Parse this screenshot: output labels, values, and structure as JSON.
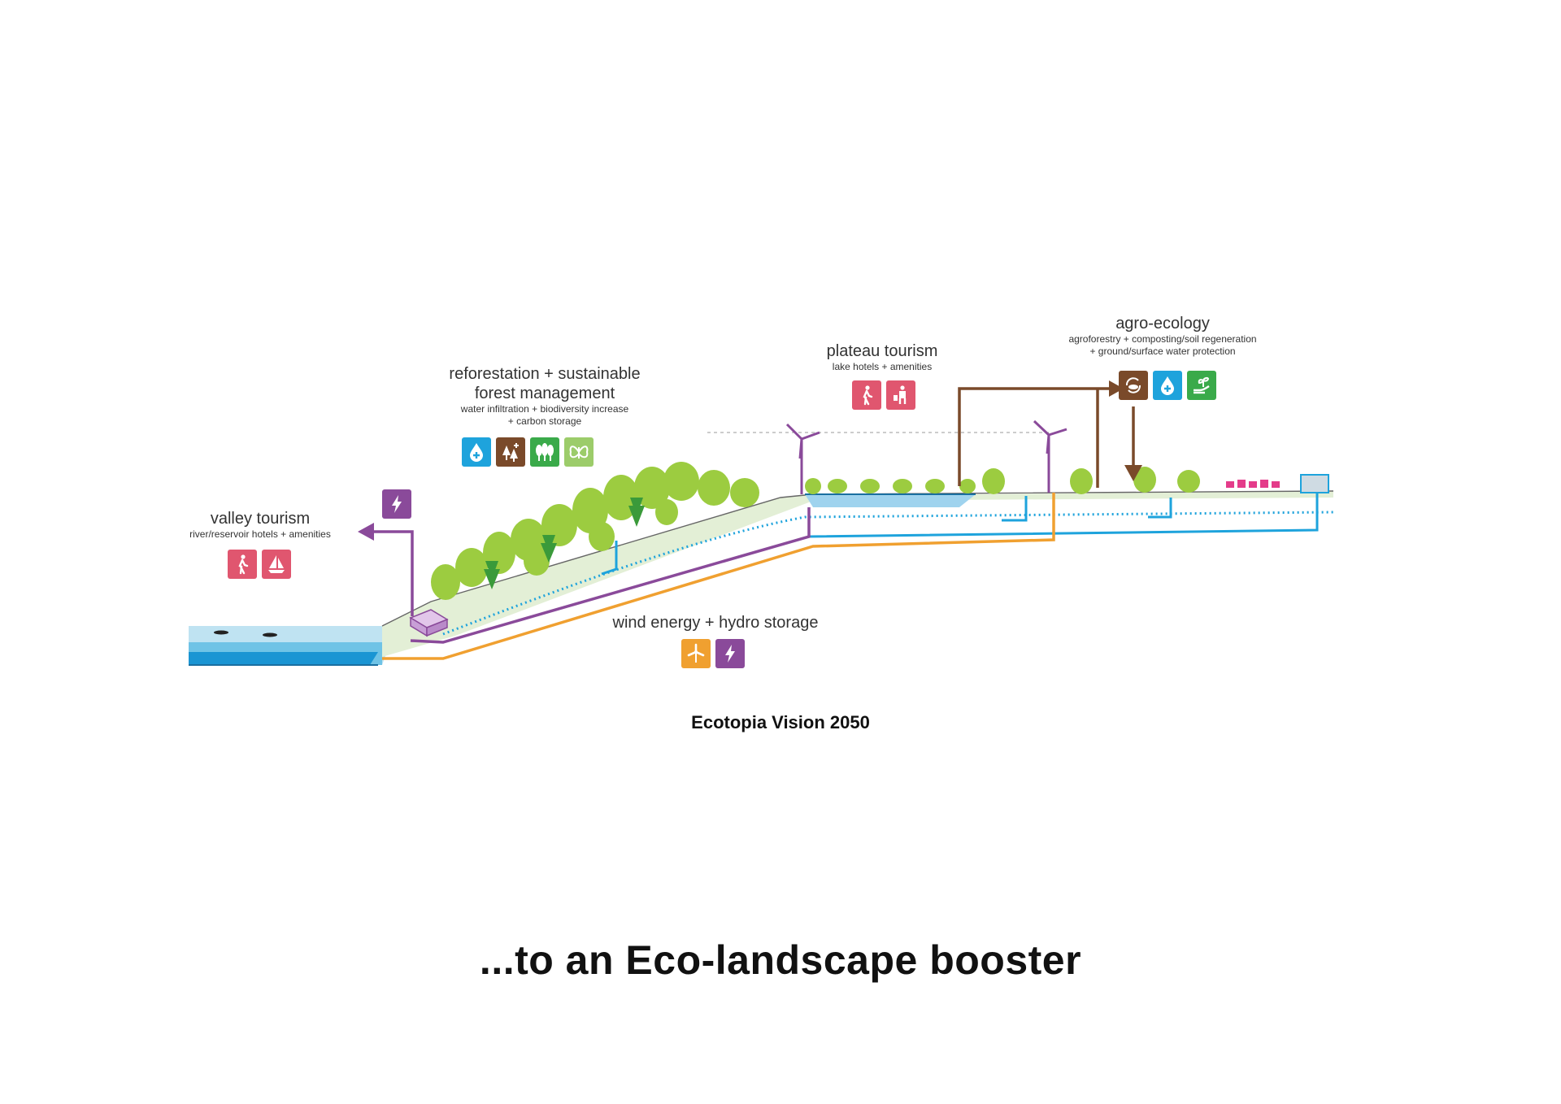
{
  "sections": {
    "valley_tourism": {
      "title": "valley tourism",
      "subtitle": "river/reservoir hotels + amenities",
      "icons": [
        "hiking-icon",
        "sailing-icon"
      ]
    },
    "reforestation": {
      "title_line1": "reforestation + sustainable",
      "title_line2": "forest management",
      "subtitle_line1": "water infiltration + biodiversity increase",
      "subtitle_line2": "+  carbon storage",
      "icons": [
        "water-plus-icon",
        "trees-plus-icon",
        "forest-icon",
        "butterfly-icon"
      ]
    },
    "plateau_tourism": {
      "title": "plateau tourism",
      "subtitle": "lake hotels + amenities",
      "icons": [
        "hiking-icon",
        "hotel-staff-icon"
      ]
    },
    "agro_ecology": {
      "title": "agro-ecology",
      "subtitle_line1": "agroforestry + composting/soil regeneration",
      "subtitle_line2": "+ ground/surface water protection",
      "icons": [
        "compost-cycle-icon",
        "water-plus-icon",
        "hand-seedling-icon"
      ]
    },
    "energy": {
      "title": "wind energy +  hydro storage",
      "icons": [
        "wind-turbine-icon",
        "lightning-icon"
      ]
    }
  },
  "caption": "Ecotopia Vision 2050",
  "headline": "...to an Eco-landscape booster",
  "colors": {
    "tourism_pink": "#e0566f",
    "water_blue": "#1ea3dc",
    "soil_brown": "#7a4a2a",
    "forest_green": "#3aaa4a",
    "light_green": "#9ccc6a",
    "energy_orange": "#f0a030",
    "energy_purple": "#8a4a9a"
  }
}
